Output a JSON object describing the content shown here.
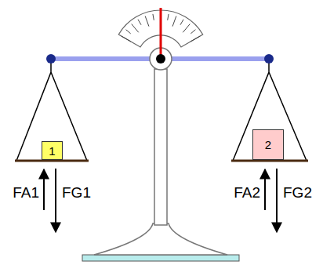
{
  "diagram": {
    "nodes": [
      {
        "text": [
          "1"
        ]
      },
      {
        "text": [
          "2"
        ]
      }
    ],
    "labels": [
      "FA1",
      "FG1",
      "FA2",
      "FG2"
    ]
  }
}
